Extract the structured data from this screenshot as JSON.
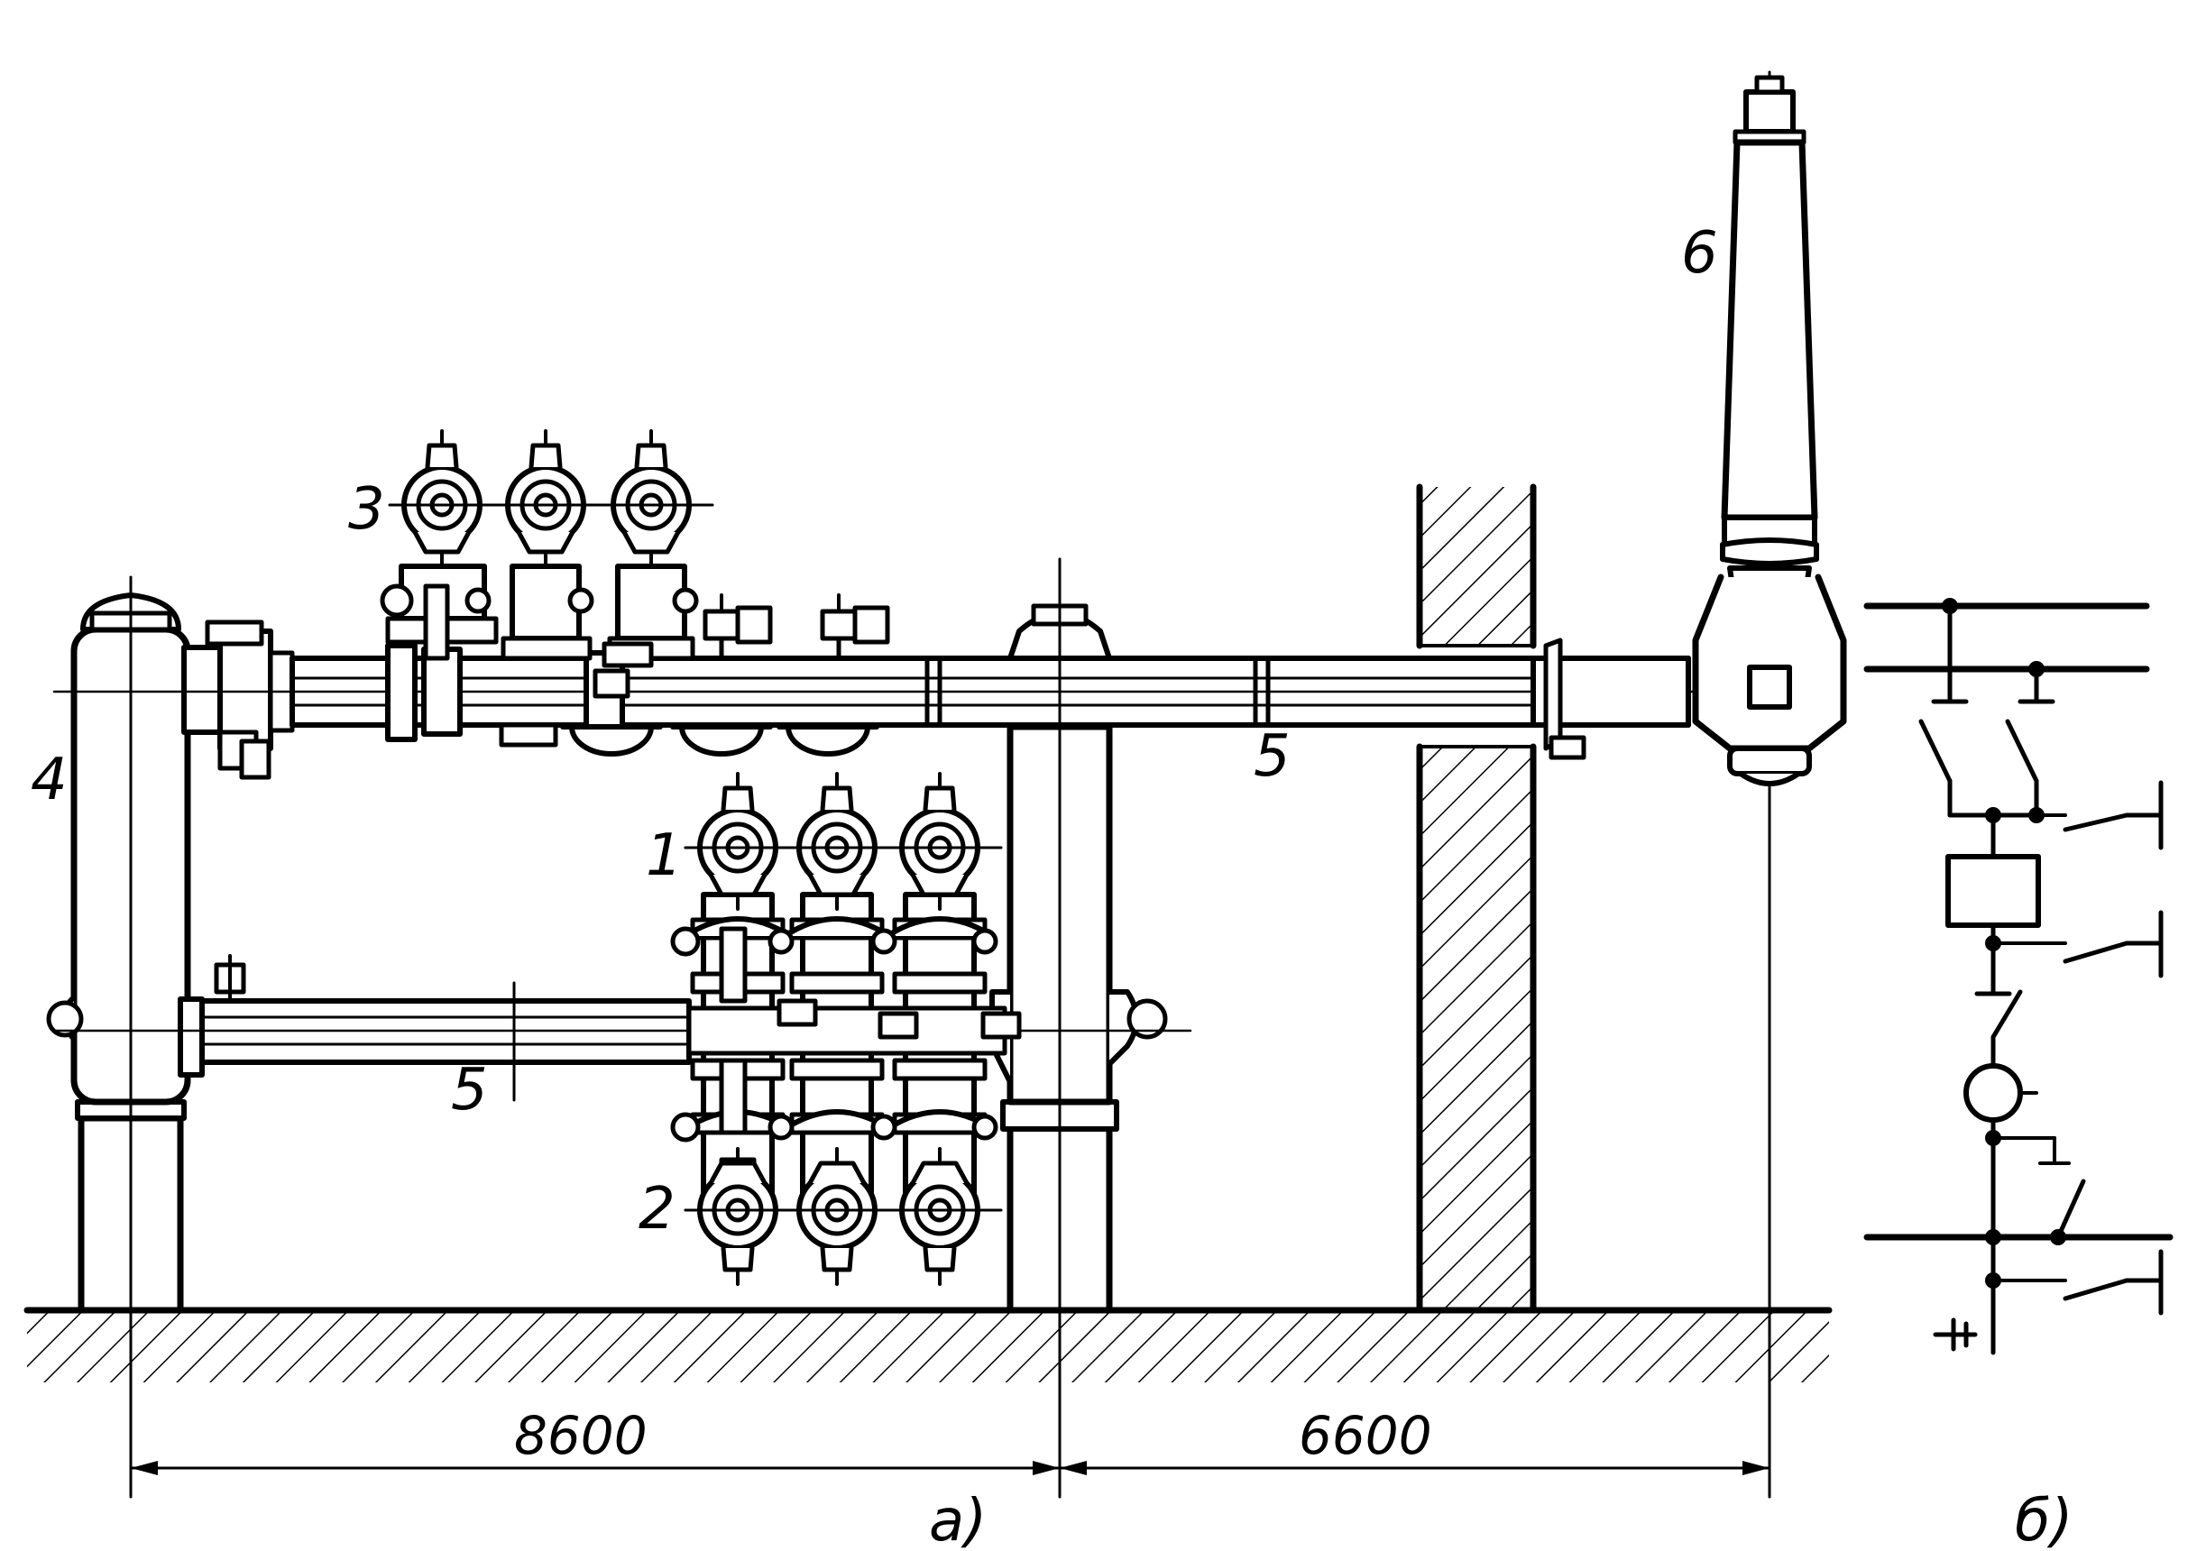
{
  "labels": {
    "busbar_disconnector_1": "1",
    "busbar_disconnector_2": "2",
    "line_disconnector": "3",
    "breaker": "4",
    "gas_bus_duct": "5",
    "gas_bus_duct_lower": "5",
    "bushing": "6"
  },
  "dimensions": {
    "left_span": "8600",
    "right_span": "6600"
  },
  "captions": {
    "view_a": "а)",
    "view_b": "б)"
  },
  "colors": {
    "ink": "#000000",
    "paper": "#ffffff"
  }
}
